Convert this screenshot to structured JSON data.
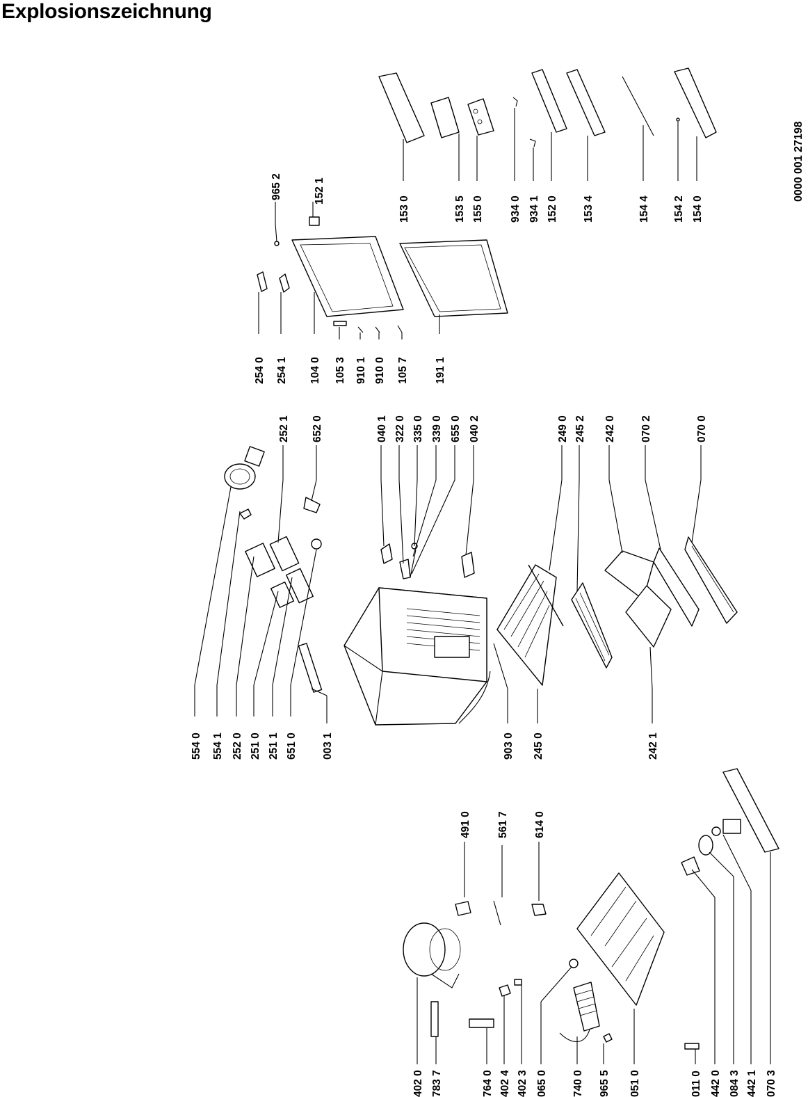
{
  "title": "Explosionszeichnung",
  "document_number": "0000 001 27198",
  "part_labels": [
    "554 0",
    "554 1",
    "252 0",
    "251 0",
    "251 1",
    "651 0",
    "003 1",
    "903 0",
    "245 0",
    "242 1",
    "252 1",
    "652 0",
    "040 1",
    "322 0",
    "335 0",
    "339 0",
    "655 0",
    "040 2",
    "249 0",
    "245 2",
    "242 0",
    "070 2",
    "070 0",
    "254 0",
    "254 1",
    "104 0",
    "105 3",
    "910 1",
    "910 0",
    "105 7",
    "191 1",
    "965 2",
    "152 1",
    "153 0",
    "153 5",
    "155 0",
    "934 0",
    "934 1",
    "152 0",
    "153 4",
    "154 4",
    "154 2",
    "154 0",
    "402 0",
    "783 7",
    "764 0",
    "402 4",
    "402 3",
    "065 0",
    "740 0",
    "965 5",
    "051 0",
    "011 0",
    "442 0",
    "084 3",
    "442 1",
    "070 3",
    "491 0",
    "561 7",
    "614 0"
  ]
}
